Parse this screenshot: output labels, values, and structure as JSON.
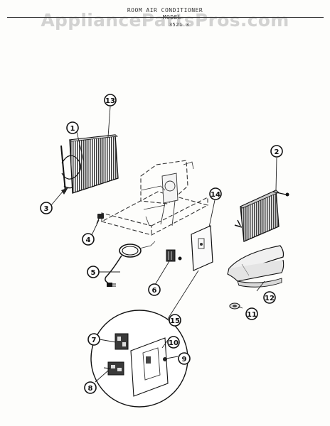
{
  "header": {
    "title": "ROOM AIR CONDITIONER",
    "model": "MODEL",
    "page_ref": "3521.3"
  },
  "watermark": "AppliancePartsPros.com",
  "callouts": [
    "1",
    "2",
    "3",
    "4",
    "5",
    "6",
    "7",
    "8",
    "9",
    "10",
    "11",
    "12",
    "13",
    "14",
    "15"
  ],
  "colors": {
    "ink": "#111111",
    "paper": "#fdfdfb",
    "watermark": "#afafaf"
  }
}
